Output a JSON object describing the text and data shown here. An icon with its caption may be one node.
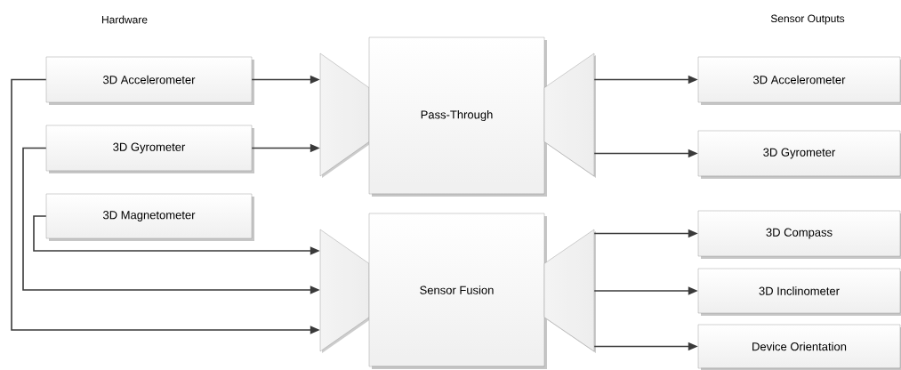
{
  "diagram": {
    "nodes": [
      {
        "text": [
          "3D Accelerometer"
        ]
      },
      {
        "text": [
          "3D Gyrometer"
        ]
      },
      {
        "text": [
          "3D Magnetometer"
        ]
      },
      {
        "text": [],
        "shape": "trapezoid"
      },
      {
        "text": [
          "Pass-Through"
        ]
      },
      {
        "text": [],
        "shape": "trapezoid"
      },
      {
        "text": [
          "3D Accelerometer"
        ]
      },
      {
        "text": [
          "3D Gyrometer"
        ]
      },
      {
        "text": [],
        "shape": "trapezoid"
      },
      {
        "text": [
          "Sensor Fusion"
        ]
      },
      {
        "text": [],
        "shape": "trapezoid"
      },
      {
        "text": [
          "3D Compass"
        ]
      },
      {
        "text": [
          "3D Inclinometer"
        ]
      },
      {
        "text": [
          "Device Orientation"
        ]
      }
    ],
    "edges": [
      {
        "from": 0,
        "to": 3,
        "arrow": "to"
      },
      {
        "from": 1,
        "to": 3,
        "arrow": "to"
      },
      {
        "from": 2,
        "to": 8,
        "arrow": "to"
      },
      {
        "from": 1,
        "to": 8,
        "arrow": "to"
      },
      {
        "from": 0,
        "to": 8,
        "arrow": "to"
      },
      {
        "from": 5,
        "to": 6,
        "arrow": "to"
      },
      {
        "from": 5,
        "to": 7,
        "arrow": "to"
      },
      {
        "from": 10,
        "to": 11,
        "arrow": "to"
      },
      {
        "from": 10,
        "to": 12,
        "arrow": "to"
      },
      {
        "from": 10,
        "to": 13,
        "arrow": "to"
      }
    ],
    "labels": [
      "Hardware",
      "Sensor Outputs"
    ]
  }
}
